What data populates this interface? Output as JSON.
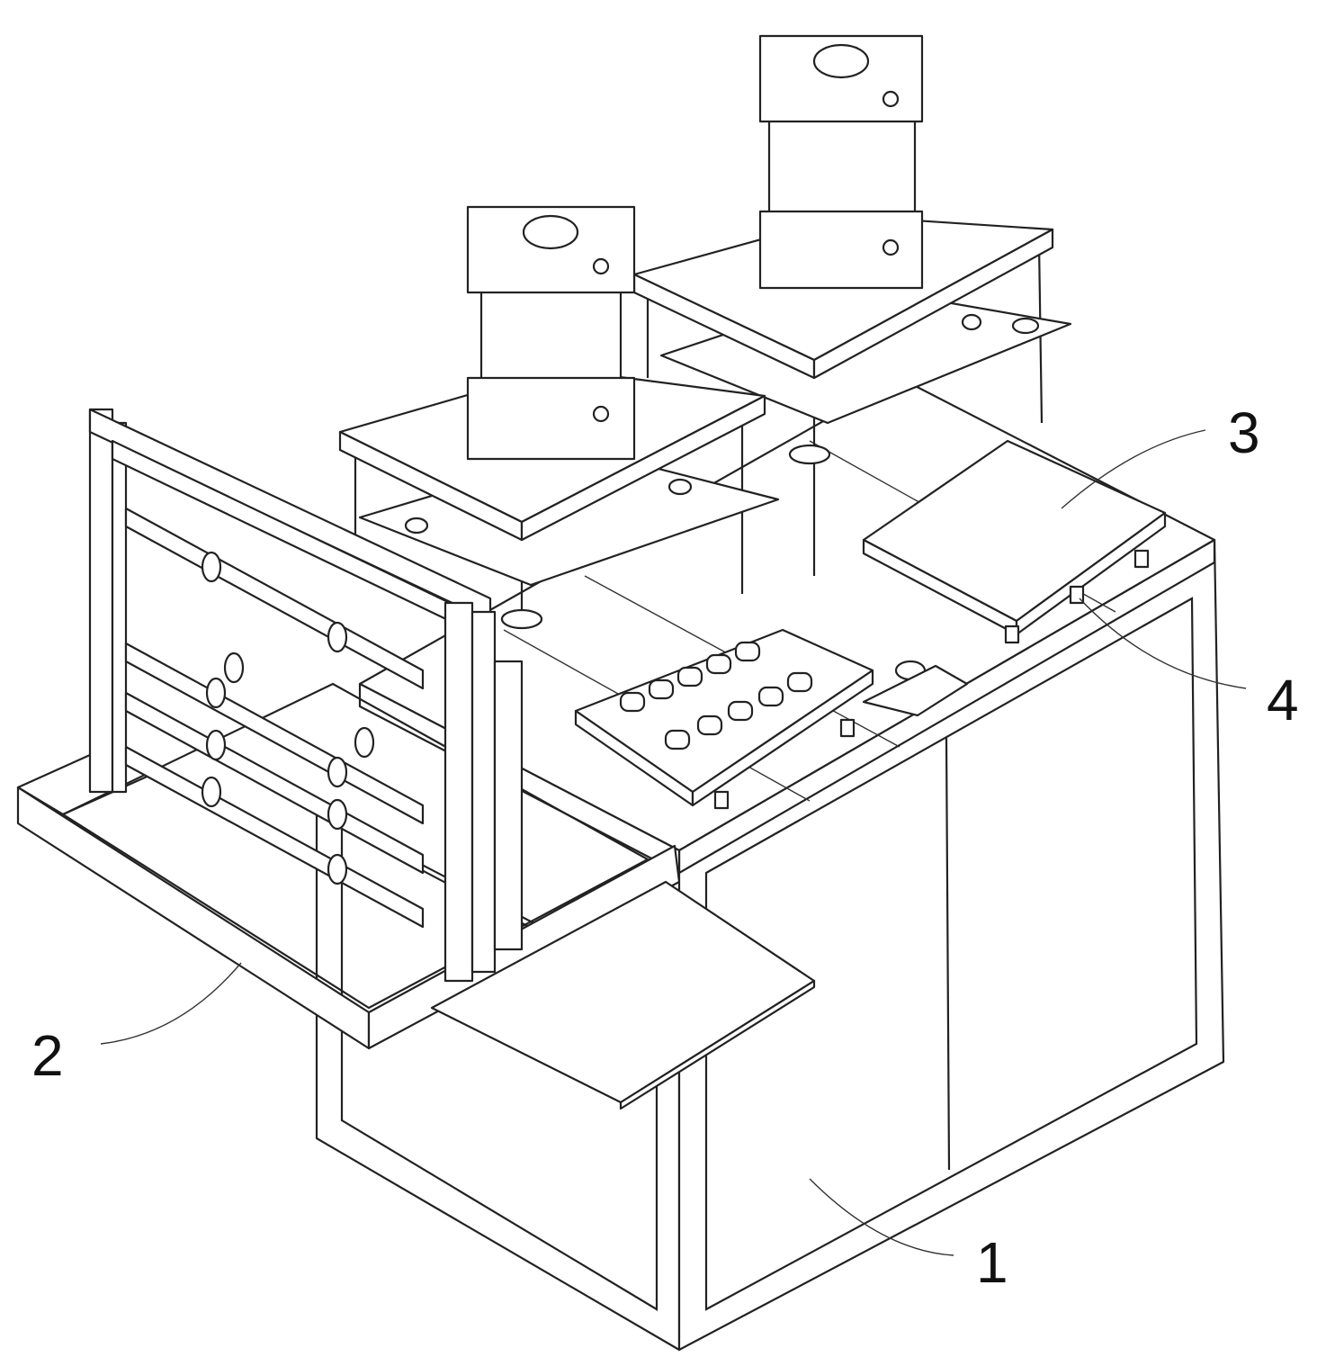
{
  "figure": {
    "type": "patent-drawing",
    "labels": [
      {
        "id": "1",
        "text": "1",
        "part": "machine-base-cabinet"
      },
      {
        "id": "2",
        "text": "2",
        "part": "feeding-frame"
      },
      {
        "id": "3",
        "text": "3",
        "part": "mold-plate"
      },
      {
        "id": "4",
        "text": "4",
        "part": "slide-rail-clamp"
      }
    ],
    "colors": {
      "line": "#222222",
      "background": "#ffffff"
    }
  }
}
